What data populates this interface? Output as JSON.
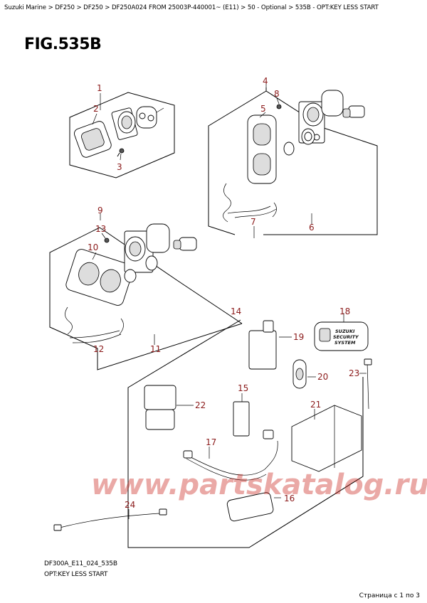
{
  "breadcrumb": "Suzuki Marine > DF250 > DF250 > DF250A024 FROM 25003P-440001~ (E11) > 50 - Optional > 535B - OPT:KEY LESS START",
  "figure_title": "FIG.535B",
  "callouts": {
    "c1": "1",
    "c2": "2",
    "c3": "3",
    "c4": "4",
    "c5": "5",
    "c6": "6",
    "c7": "7",
    "c8": "8",
    "c9": "9",
    "c10": "10",
    "c11": "11",
    "c12": "12",
    "c13": "13",
    "c14": "14",
    "c15": "15",
    "c16": "16",
    "c17": "17",
    "c18": "18",
    "c19": "19",
    "c20": "20",
    "c21": "21",
    "c22": "22",
    "c23": "23",
    "c24": "24"
  },
  "badge_lines": [
    "SUZUKI",
    "SECURITY",
    "SYSTEM"
  ],
  "watermark": "www.partskatalog.ru",
  "footer_code": "DF300A_E11_024_535B",
  "footer_caption": "OPT:KEY LESS START",
  "page_indicator": "Страница с 1 по 3",
  "colors": {
    "callout": "#8b1a1a",
    "watermark": "#c81e14"
  }
}
